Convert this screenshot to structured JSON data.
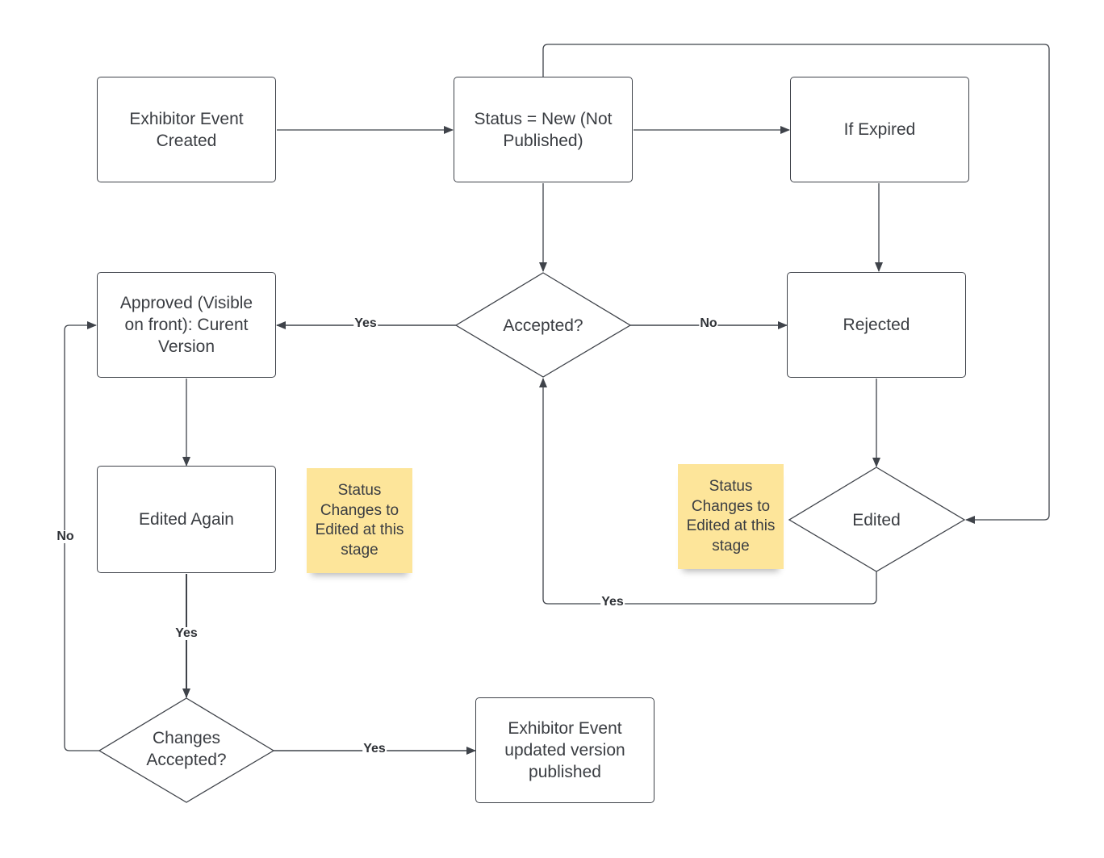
{
  "nodes": {
    "created": "Exhibitor Event Created",
    "status_new": "Status = New (Not Published)",
    "if_expired": "If Expired",
    "approved": "Approved (Visible on front): Curent Version",
    "accepted": "Accepted?",
    "rejected": "Rejected",
    "edited_again": "Edited Again",
    "edited": "Edited",
    "changes_accepted": "Changes Accepted?",
    "published": "Exhibitor Event updated version published"
  },
  "notes": {
    "note_left": "Status Changes to Edited at this stage",
    "note_right": "Status Changes to Edited at this stage"
  },
  "edge_labels": {
    "accepted_yes": "Yes",
    "accepted_no": "No",
    "edited_again_yes": "Yes",
    "changes_accepted_yes": "Yes",
    "changes_accepted_no": "No",
    "edited_yes": "Yes"
  },
  "colors": {
    "stroke": "#3f434a",
    "sticky_note": "#fde59a",
    "background": "#ffffff"
  }
}
